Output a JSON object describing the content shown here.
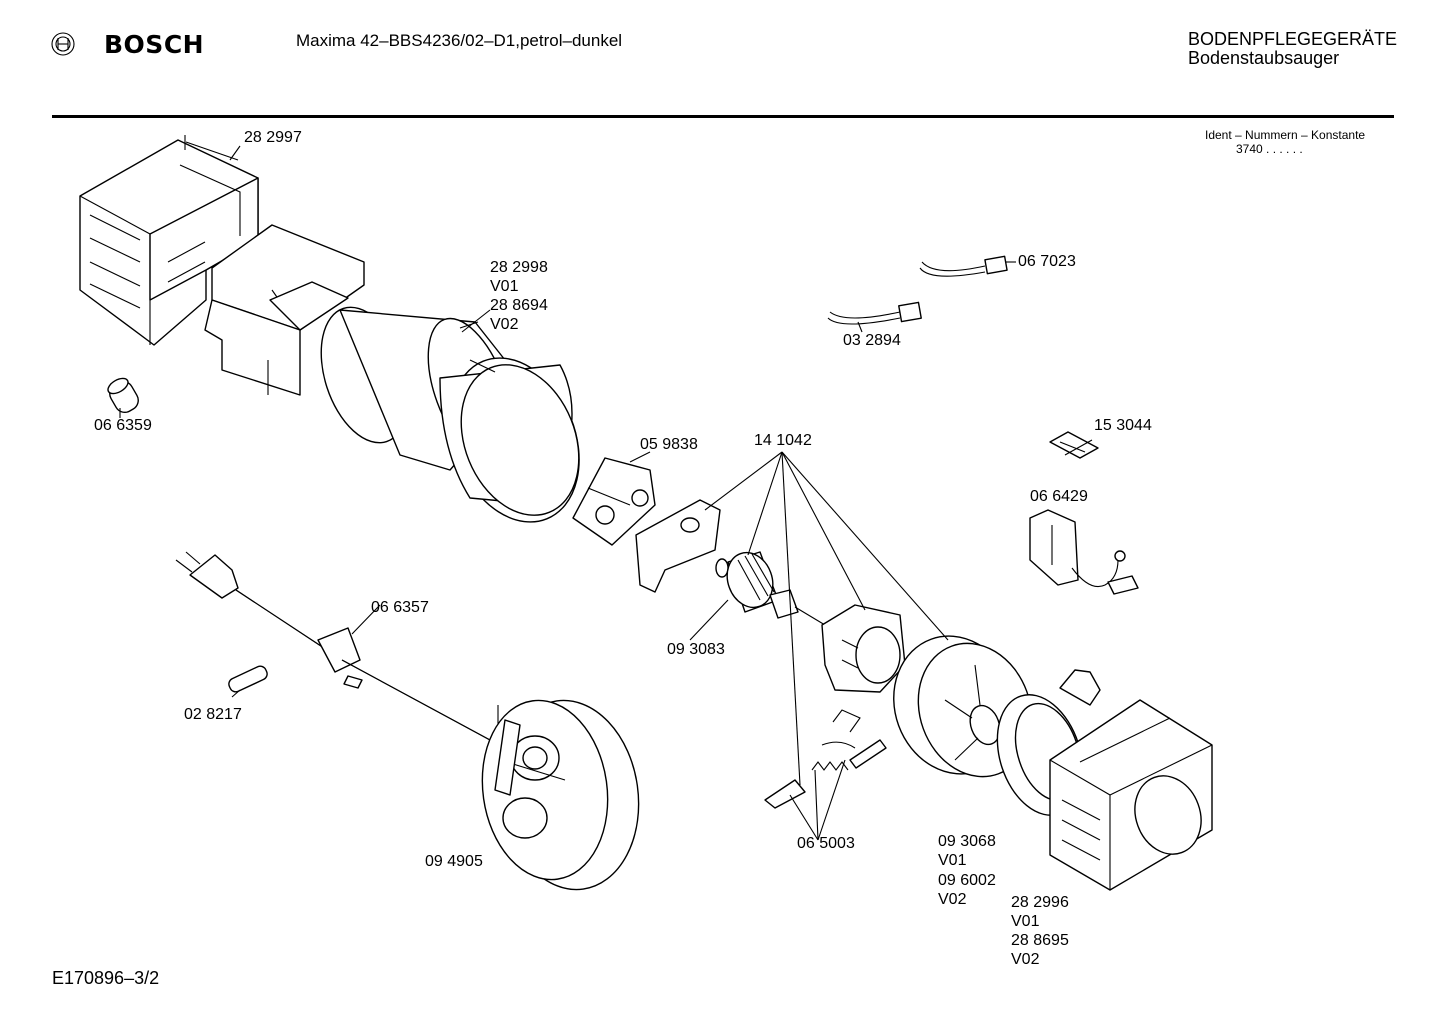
{
  "header": {
    "brand": "BOSCH",
    "model": "Maxima 42–BBS4236/02–D1,petrol–dunkel",
    "category_1": "BODENPFLEGEGERÄTE",
    "category_2": "Bodenstaubsauger",
    "ident_label": "Ident – Nummern – Konstante",
    "ident_value": "3740  . .   . . . ."
  },
  "footer": {
    "doc_id": "E170896–3/2"
  },
  "parts": {
    "p282997": "28 2997",
    "p282998": "28 2998",
    "p282998_v1": "V01",
    "p288694": "28 8694",
    "p288694_v2": "V02",
    "p066359": "06 6359",
    "p067023": "06 7023",
    "p032894": "03 2894",
    "p059838": "05 9838",
    "p141042": "14 1042",
    "p153044": "15 3044",
    "p066429": "06 6429",
    "p066357": "06 6357",
    "p093083": "09 3083",
    "p028217": "02 8217",
    "p094905": "09 4905",
    "p065003": "06 5003",
    "p093068": "09 3068",
    "p093068_v1": "V01",
    "p096002": "09 6002",
    "p096002_v2": "V02",
    "p282996": "28 2996",
    "p282996_v1": "V01",
    "p288695": "28 8695",
    "p288695_v2": "V02"
  }
}
